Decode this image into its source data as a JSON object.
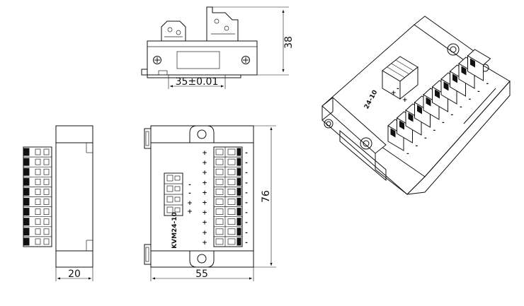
{
  "dimensions": {
    "top_height": "38",
    "din_rail": "35±0.01",
    "side_width": "20",
    "front_width": "55",
    "front_height": "76"
  },
  "model_label": "KVM24-10",
  "iso_model_label": "24-10",
  "terminal_signs": {
    "plus": "+",
    "minus": "-"
  }
}
